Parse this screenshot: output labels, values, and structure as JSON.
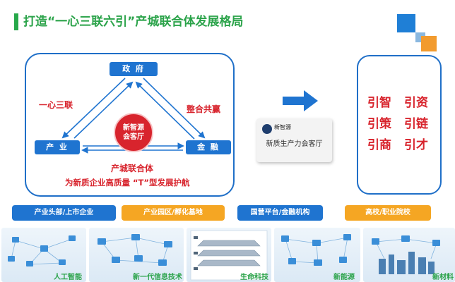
{
  "title": "打造“一心三联六引”产城联合体发展格局",
  "colors": {
    "title_green": "#2ba34a",
    "node_blue": "#1f74d0",
    "accent_red": "#d8242d",
    "pill_orange": "#f5a623",
    "border_blue": "#1f6fc8"
  },
  "triangle": {
    "nodes": {
      "government": "政 府",
      "industry": "产 业",
      "finance": "金 融"
    },
    "center": {
      "line1": "新智源",
      "line2": "会客厅"
    },
    "arrow_captions": {
      "left_outer": "",
      "left_inner": "",
      "top_inner": "",
      "right_outer": "",
      "right_inner": "",
      "bottom": ""
    },
    "side_labels": {
      "left": "一心三联",
      "right": "整合共赢"
    },
    "bottom_title": "产城联合体",
    "bottom_slogan": "为新质企业高质量 “T”型发展护航"
  },
  "mid_card": {
    "logo_glyph": "",
    "brand": "新智源",
    "brand_sub": "",
    "text": "新质生产力会客厅"
  },
  "yin_items": [
    "引智",
    "引资",
    "引策",
    "引链",
    "引商",
    "引才"
  ],
  "categories": [
    "产业头部/上市企业",
    "产业园区/孵化基地",
    "国营平台/金融机构",
    "高校/职业院校"
  ],
  "thumbnails": [
    {
      "label": "人工智能",
      "icon": "network-diagram-icon"
    },
    {
      "label": "新一代信息技术",
      "icon": "network-diagram-icon"
    },
    {
      "label": "生命科技",
      "icon": "layer-stack-icon"
    },
    {
      "label": "新能源",
      "icon": "network-diagram-icon"
    },
    {
      "label": "新材料",
      "icon": "city-buildings-icon"
    }
  ]
}
